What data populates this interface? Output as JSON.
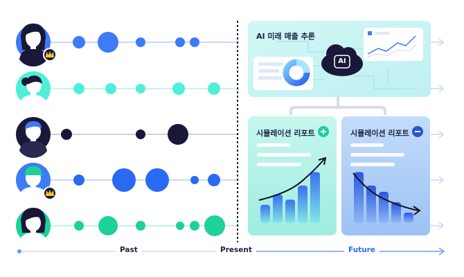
{
  "colors": {
    "blue": "#3e7bf6",
    "blue_dark": "#2a54d3",
    "teal": "#4df0d6",
    "navy": "#1a1838",
    "green": "#1dd199",
    "panel_top": "#c9f5f4",
    "panel_green": "#a9f0e4",
    "panel_blue": "#a9ccf7",
    "axis_blue": "#6d9cf0",
    "text_dark": "#1b2440"
  },
  "users": [
    {
      "avatar": "user-1",
      "badge": "crown",
      "dot_color": "blue"
    },
    {
      "avatar": "user-2",
      "badge": null,
      "dot_color": "teal"
    },
    {
      "avatar": "user-3",
      "badge": null,
      "dot_color": "navy"
    },
    {
      "avatar": "user-4",
      "badge": "crown",
      "dot_color": "blue"
    },
    {
      "avatar": "user-5",
      "badge": null,
      "dot_color": "green"
    }
  ],
  "prediction_panel": {
    "title": "AI 미래 매출 추론",
    "cloud_label": "AI"
  },
  "simulations": [
    {
      "title": "시뮬레이션 리포트",
      "sign": "+",
      "trend": "up",
      "bars": [
        0.35,
        0.55,
        0.45,
        0.72,
        0.98
      ]
    },
    {
      "title": "시뮬레이션 리포트",
      "sign": "−",
      "trend": "down",
      "bars": [
        0.98,
        0.72,
        0.6,
        0.4,
        0.2
      ]
    }
  ],
  "timeline": {
    "past": "Past",
    "present": "Present",
    "future": "Future"
  }
}
